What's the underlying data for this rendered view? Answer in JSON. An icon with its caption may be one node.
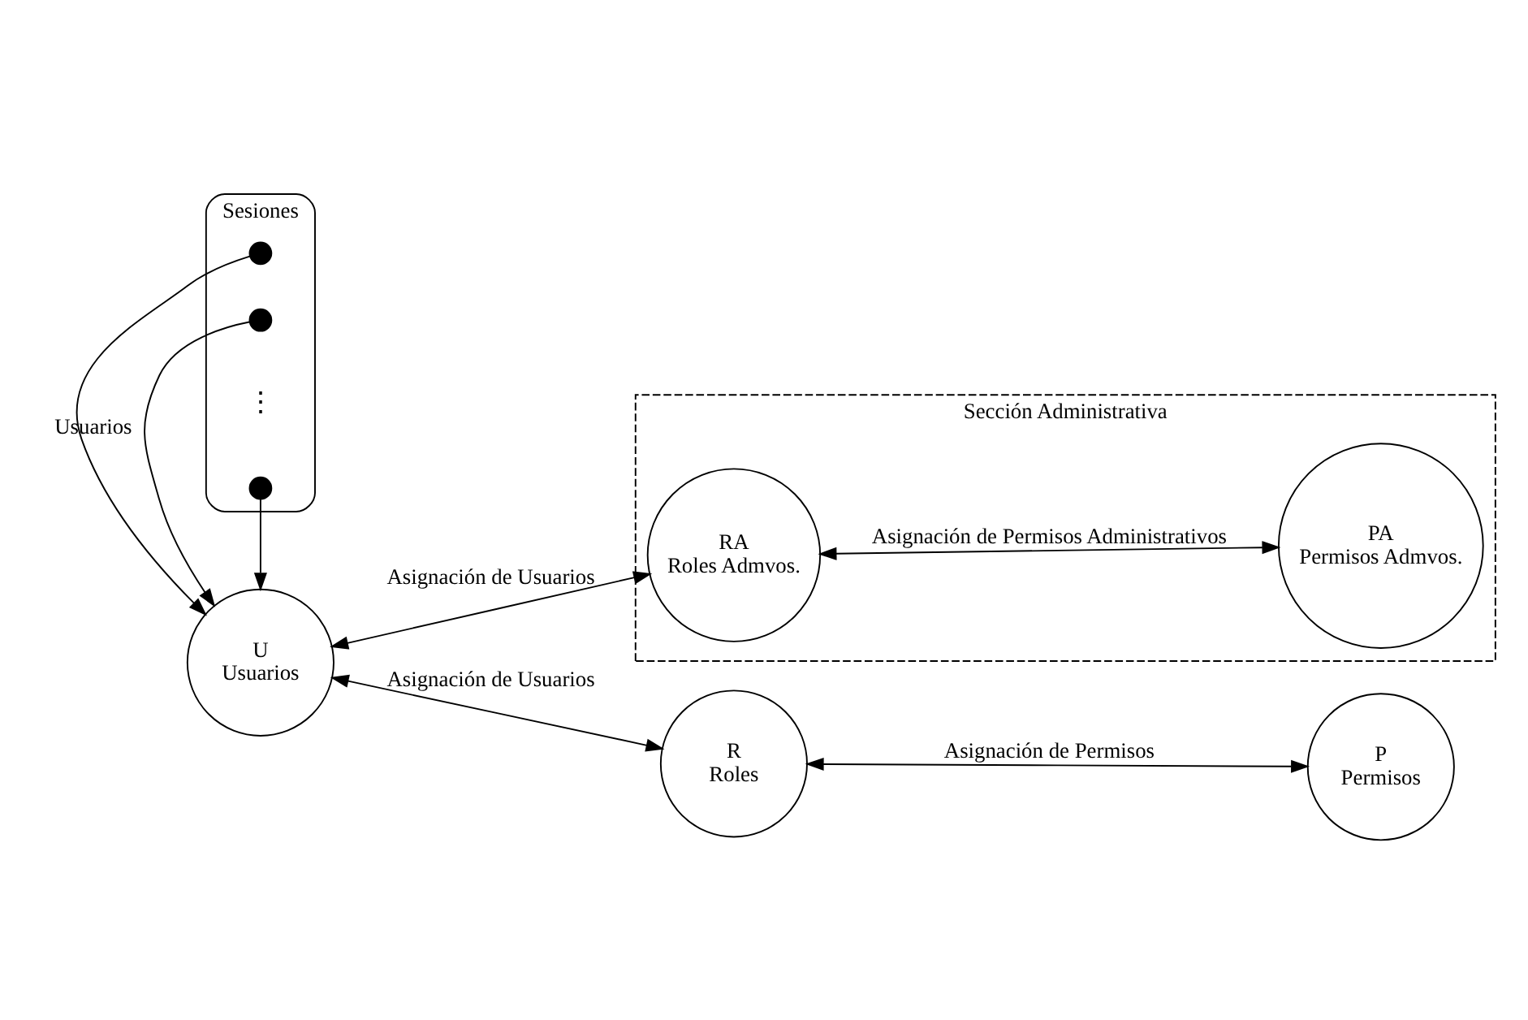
{
  "diagram": {
    "nodes": [
      {
        "text": [
          "U",
          "Usuarios"
        ]
      },
      {
        "text": [
          "R",
          "Roles"
        ]
      },
      {
        "text": [
          "P",
          "Permisos"
        ]
      },
      {
        "text": [
          "Sesiones"
        ]
      },
      {
        "text": [],
        "shape": "circle",
        "in": 3
      },
      {
        "text": [],
        "shape": "circle",
        "in": 3
      },
      {
        "text": [],
        "shape": "circle",
        "in": 3
      },
      {
        "text": [
          "Sección Administrativa"
        ]
      },
      {
        "text": [
          "RA",
          "Roles Admvos."
        ],
        "in": 7
      },
      {
        "text": [
          "PA",
          "Permisos Admvos."
        ],
        "in": 7
      }
    ],
    "edges": [
      {
        "from": 0,
        "to": 1,
        "arrow": "both",
        "label": "Asignación de Usuarios"
      },
      {
        "from": 1,
        "to": 2,
        "arrow": "both",
        "label": "Asignación de Permisos"
      },
      {
        "from": 4,
        "to": 0,
        "arrow": "to",
        "label": "Usuarios"
      },
      {
        "from": 5,
        "to": 0,
        "arrow": "to"
      },
      {
        "from": 6,
        "to": 0,
        "arrow": "to"
      },
      {
        "from": 0,
        "to": 8,
        "arrow": "both",
        "label": "Asignación de Usuarios"
      },
      {
        "from": 8,
        "to": 9,
        "arrow": "both",
        "label": "Asignación de Permisos Administrativos"
      }
    ],
    "labels": [
      "⋮"
    ]
  }
}
